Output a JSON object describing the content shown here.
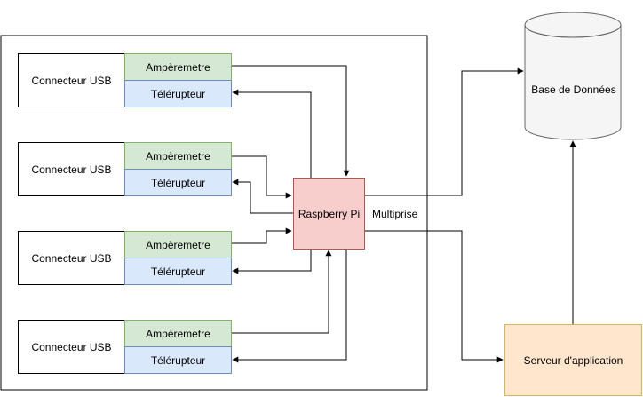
{
  "usb_label": "Connecteur USB",
  "amp_label": "Ampèremetre",
  "tel_label": "Télérupteur",
  "rpi_label": "Raspberry Pi",
  "multiprise_label": "Multiprise",
  "db_label": "Base de Données",
  "server_label": "Serveur d'application",
  "colors": {
    "amp_fill": "#d5e8d4",
    "amp_stroke": "#82b366",
    "tel_fill": "#dae8fc",
    "tel_stroke": "#6c8ebf",
    "rpi_fill": "#f8cecc",
    "rpi_stroke": "#b85450",
    "srv_fill": "#ffe6cc",
    "srv_stroke": "#d6b656",
    "db_fill": "#f5f5f5",
    "db_stroke": "#666666"
  }
}
